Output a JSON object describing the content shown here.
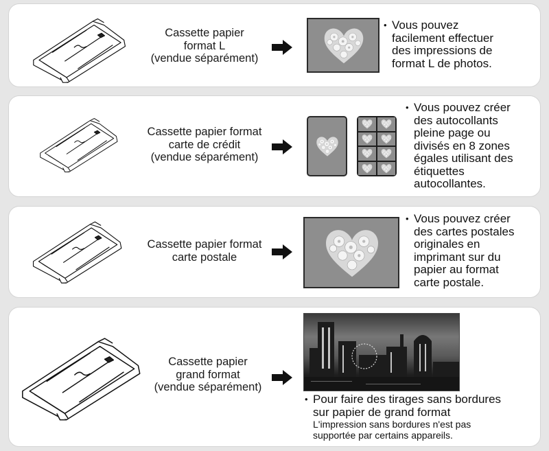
{
  "colors": {
    "background": "#e6e6e6",
    "panel": "#ffffff",
    "photo_gray": "#8e8e8e",
    "text": "#111111"
  },
  "icons": {
    "tray": "paper-cassette-line-drawing",
    "arrow": "right-arrow-icon",
    "heart_photo": "flower-heart-photo",
    "city_photo": "night-city-skyline-photo"
  },
  "rows": [
    {
      "cassette_label": [
        "Cassette papier",
        "format L",
        "(vendue séparément)"
      ],
      "description": [
        "Vous pouvez",
        "facilement effectuer",
        "des impressions de",
        "format L de photos."
      ]
    },
    {
      "cassette_label": [
        "Cassette papier format",
        "carte de crédit",
        "(vendue séparément)"
      ],
      "description": [
        "Vous pouvez créer",
        "des autocollants",
        "pleine page ou",
        "divisés en 8 zones",
        "égales utilisant des",
        "étiquettes",
        "autocollantes."
      ]
    },
    {
      "cassette_label": [
        "Cassette papier format",
        "carte postale"
      ],
      "description": [
        "Vous pouvez créer",
        "des cartes postales",
        "originales en",
        "imprimant sur du",
        "papier au format",
        "carte postale."
      ]
    },
    {
      "cassette_label": [
        "Cassette papier",
        "grand format",
        "(vendue séparément)"
      ],
      "description": [
        "Pour faire des tirages sans bordures",
        "sur papier de grand format"
      ],
      "note": [
        "L'impression sans bordures n'est pas",
        "supportée par certains appareils."
      ]
    }
  ]
}
